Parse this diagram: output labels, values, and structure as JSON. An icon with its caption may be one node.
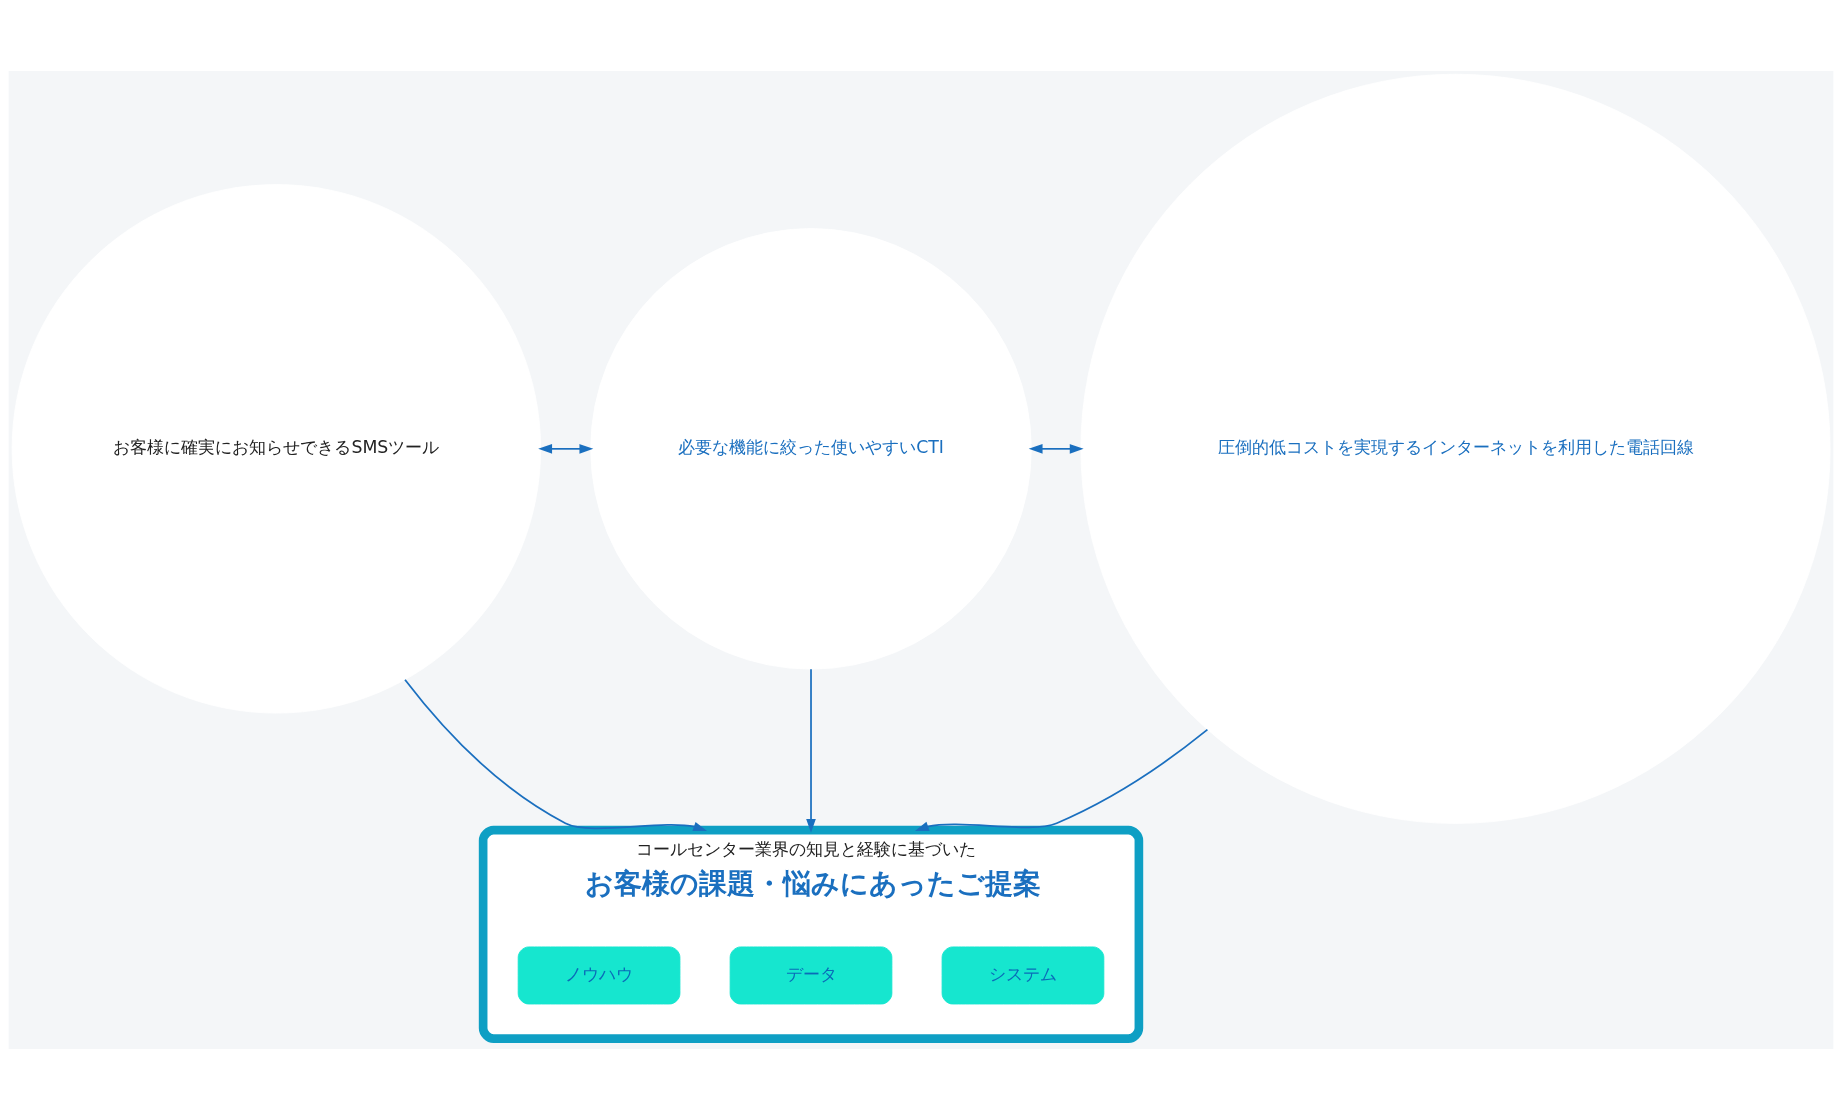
{
  "diagram": {
    "nodes": [
      {
        "text": [
          "お客様に確実にお知らせできるSMSツール"
        ]
      },
      {
        "text": [
          "必要な機能に絞った使いやすいCTI"
        ]
      },
      {
        "text": [
          "圧倒的低コストを実現するインターネットを利用した電話回線"
        ]
      },
      {
        "text": [
          "コールセンター業界の知見と経験に基づいた",
          "お客様の課題・悩みにあったご提案"
        ]
      },
      {
        "text": [
          "システム"
        ],
        "in": 3
      },
      {
        "text": [
          "データ"
        ],
        "in": 3
      },
      {
        "text": [
          "ノウハウ"
        ],
        "in": 3
      }
    ],
    "edges": [
      {
        "from": 0,
        "to": 1,
        "arrow": "both"
      },
      {
        "from": 1,
        "to": 2,
        "arrow": "both"
      },
      {
        "from": 0,
        "to": 3,
        "arrow": "to"
      },
      {
        "from": 1,
        "to": 3,
        "arrow": "to"
      },
      {
        "from": 2,
        "to": 3,
        "arrow": "to"
      }
    ]
  }
}
